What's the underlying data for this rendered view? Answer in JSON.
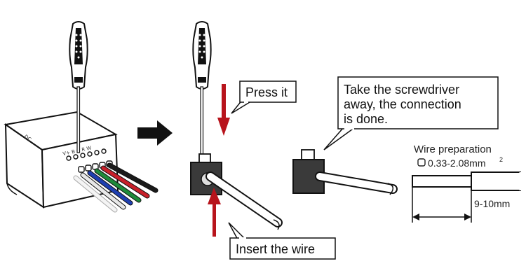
{
  "labels": {
    "press": "Press it",
    "insert": "Insert the wire",
    "remove_line1": "Take the screwdriver",
    "remove_line2": "away, the connection",
    "remove_line3": "is done.",
    "wire_prep_title": "Wire preparation",
    "wire_gauge": "0.33-2.08mm",
    "wire_gauge_sup": "2",
    "strip_length": "9-10mm"
  },
  "device_markings": {
    "top": "V+ B G R W",
    "side": "DC"
  },
  "colors": {
    "outline": "#111111",
    "accent_red": "#b8141c",
    "terminal_dark": "#3a3a3a",
    "wire_black": "#1a1a1a",
    "wire_red": "#c8202a",
    "wire_green": "#1e8a3a",
    "wire_blue": "#1f3fb0",
    "wire_white": "#e8e8e8"
  },
  "icons": [
    "screwdriver-icon",
    "arrow-right-icon",
    "terminal-block-icon"
  ]
}
